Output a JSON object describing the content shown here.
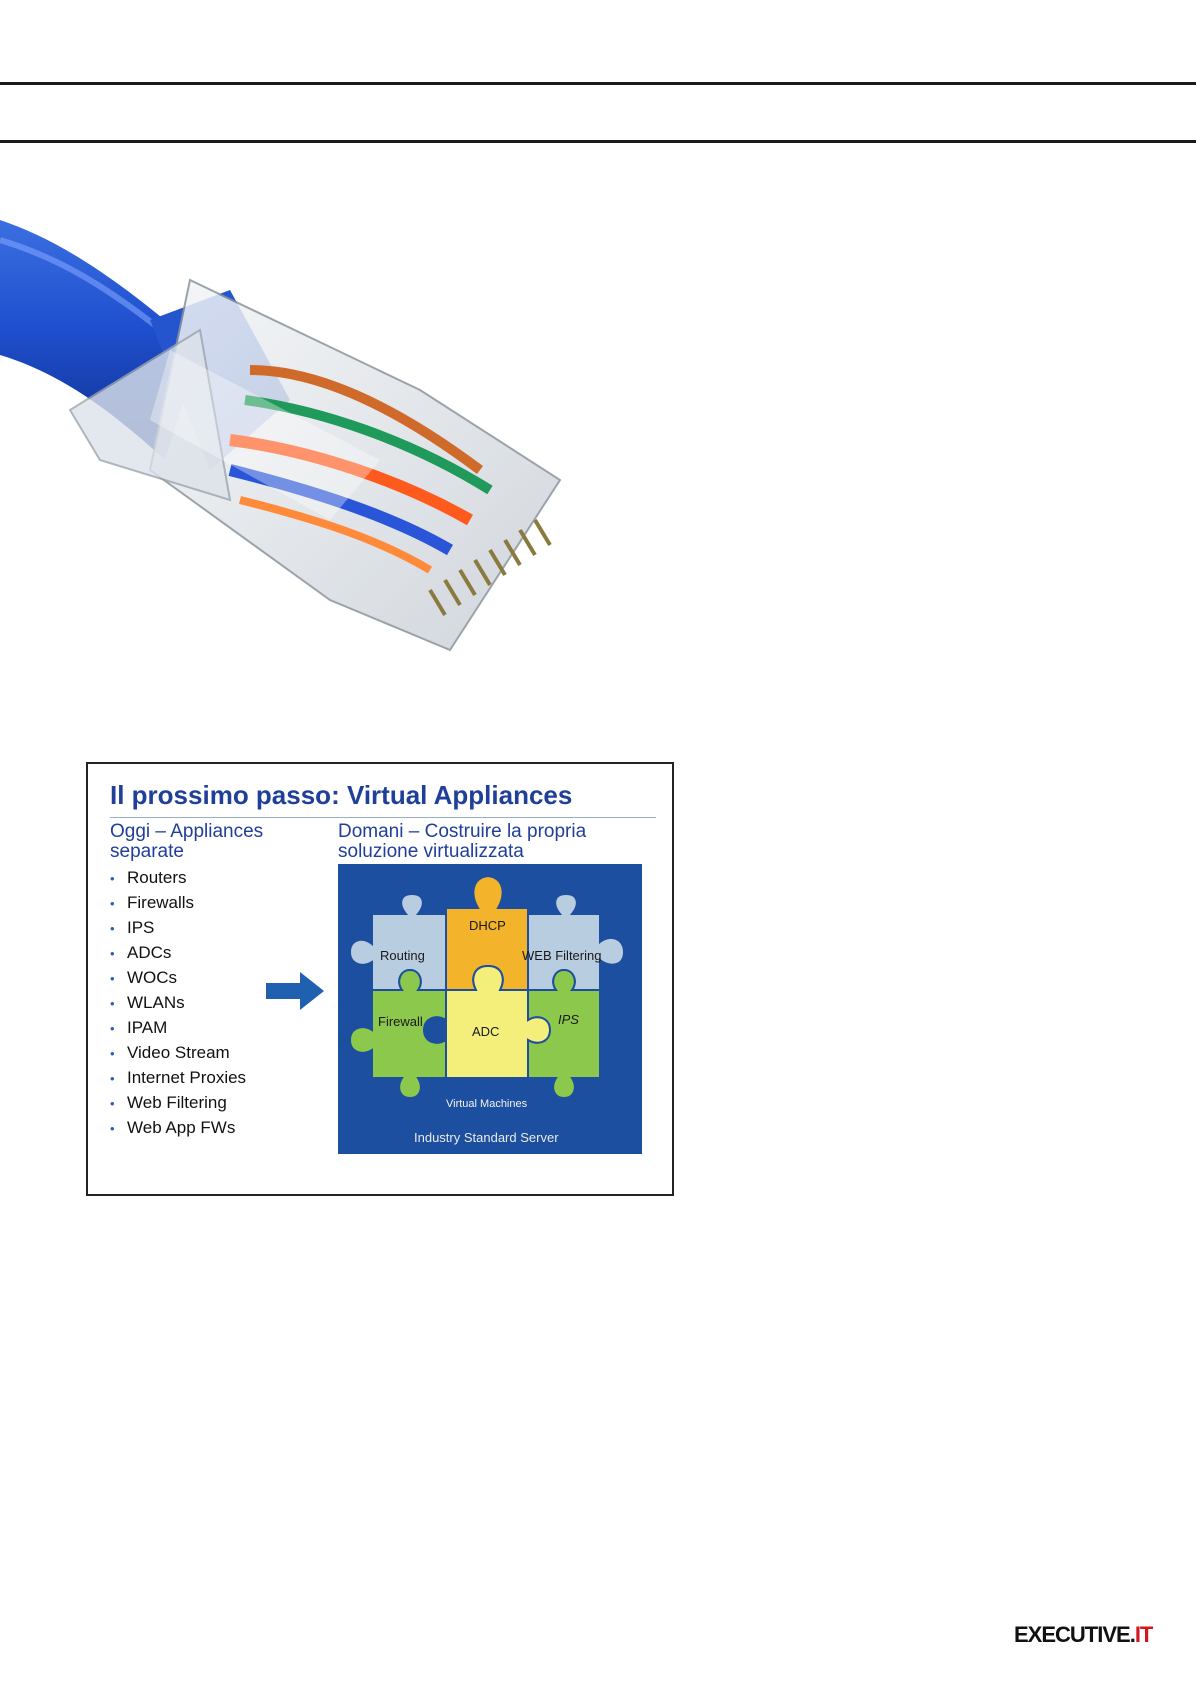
{
  "figure": {
    "title": "Il prossimo passo: Virtual Appliances",
    "left_heading_line1": "Oggi – Appliances",
    "left_heading_line2": "separate",
    "right_heading_line1": "Domani – Costruire la propria",
    "right_heading_line2": "soluzione virtualizzata",
    "appliances": [
      "Routers",
      "Firewalls",
      "IPS",
      "ADCs",
      "WOCs",
      "WLANs",
      "IPAM",
      "Video Stream",
      "Internet Proxies",
      "Web Filtering",
      "Web App FWs"
    ],
    "puzzle": {
      "pieces": {
        "dhcp": "DHCP",
        "routing": "Routing",
        "web_filtering": "WEB Filtering",
        "firewall": "Firewall",
        "adc": "ADC",
        "ips": "IPS"
      },
      "virtual_machines": "Virtual Machines",
      "server": "Industry Standard Server",
      "colors": {
        "background": "#1d4fa0",
        "light_blue": "#b9cde0",
        "orange": "#f3b32a",
        "green": "#8cc84b",
        "yellow": "#f3ef7a"
      }
    }
  },
  "photo": {
    "icon": "ethernet-rj45-cable-icon"
  },
  "footer": {
    "brand_main": "EXECUTIVE.",
    "brand_accent": "IT"
  }
}
